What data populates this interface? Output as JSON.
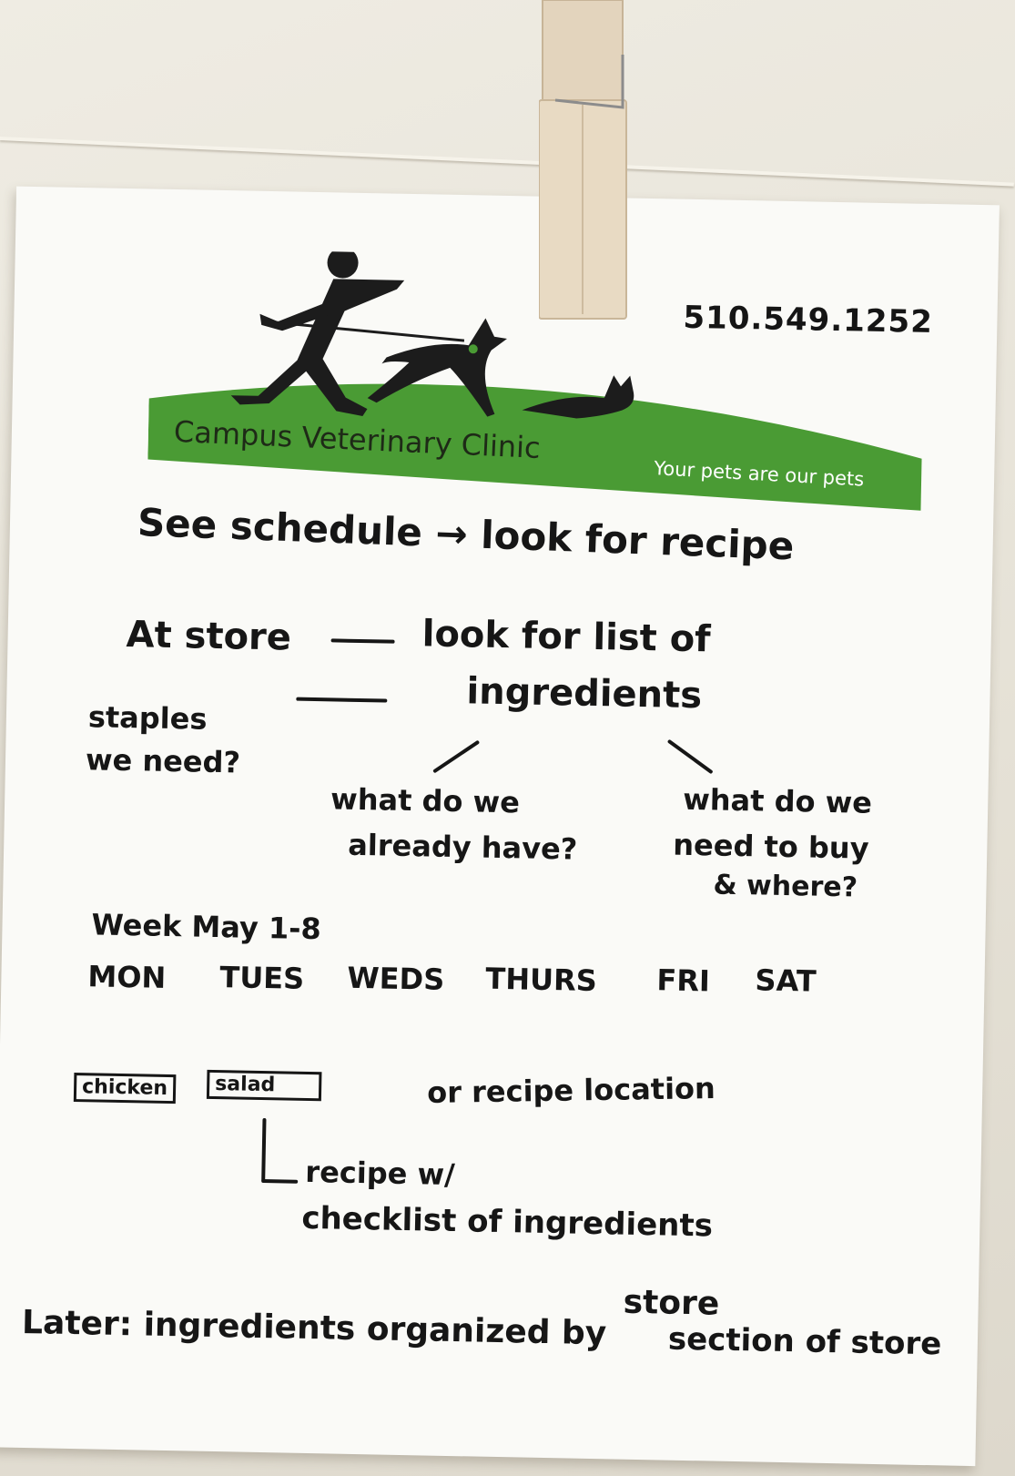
{
  "logo": {
    "clinic_name": "Campus Veterinary Clinic",
    "tagline": "Your pets are our pets",
    "phone": "510.549.1252",
    "brand_green": "#4a9b34",
    "icon": "running-person-dog-cat-icon"
  },
  "notes": {
    "line1": "See schedule → look for recipe",
    "store_prefix": "At store",
    "store_target_line1": "look for list of",
    "store_target_line2": "ingredients",
    "staples_line1": "staples",
    "staples_line2": "we need?",
    "have_line1": "what do we",
    "have_line2": "already have?",
    "buy_line1": "what do we",
    "buy_line2": "need to buy",
    "buy_line3": "& where?",
    "week_label": "Week May 1-8",
    "days": [
      "MON",
      "TUES",
      "WEDS",
      "THURS",
      "FRI",
      "SAT"
    ],
    "box_chicken": "chicken",
    "box_salad": "salad",
    "recipe_location": "or recipe location",
    "recipe_with": "recipe w/",
    "checklist": "checklist of ingredients",
    "later": "Later: ingredients organized by",
    "store_word": "store",
    "section_of_store": "section of store"
  }
}
